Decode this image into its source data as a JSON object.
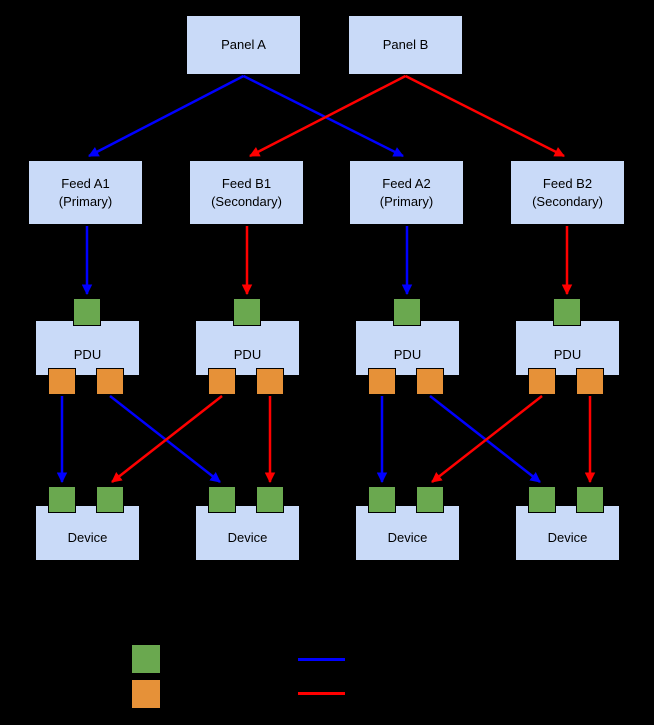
{
  "colors": {
    "bg": "#000000",
    "fill": "#c9daf8",
    "border": "#000000",
    "text": "#000000",
    "green": "#6aa84f",
    "orange": "#e69138",
    "blue": "#0000ff",
    "red": "#ff0000"
  },
  "diagram": {
    "panels": [
      {
        "label": "Panel A"
      },
      {
        "label": "Panel B"
      }
    ],
    "feeds": [
      {
        "name": "Feed A1",
        "role": "(Primary)"
      },
      {
        "name": "Feed B1",
        "role": "(Secondary)"
      },
      {
        "name": "Feed A2",
        "role": "(Primary)"
      },
      {
        "name": "Feed B2",
        "role": "(Secondary)"
      }
    ],
    "pdus": [
      {
        "label": "PDU"
      },
      {
        "label": "PDU"
      },
      {
        "label": "PDU"
      },
      {
        "label": "PDU"
      }
    ],
    "devices": [
      {
        "label": "Device"
      },
      {
        "label": "Device"
      },
      {
        "label": "Device"
      },
      {
        "label": "Device"
      }
    ]
  },
  "legend": {
    "swatch_colors": [
      "#6aa84f",
      "#e69138"
    ],
    "line_colors": [
      "#0000ff",
      "#ff0000"
    ]
  }
}
